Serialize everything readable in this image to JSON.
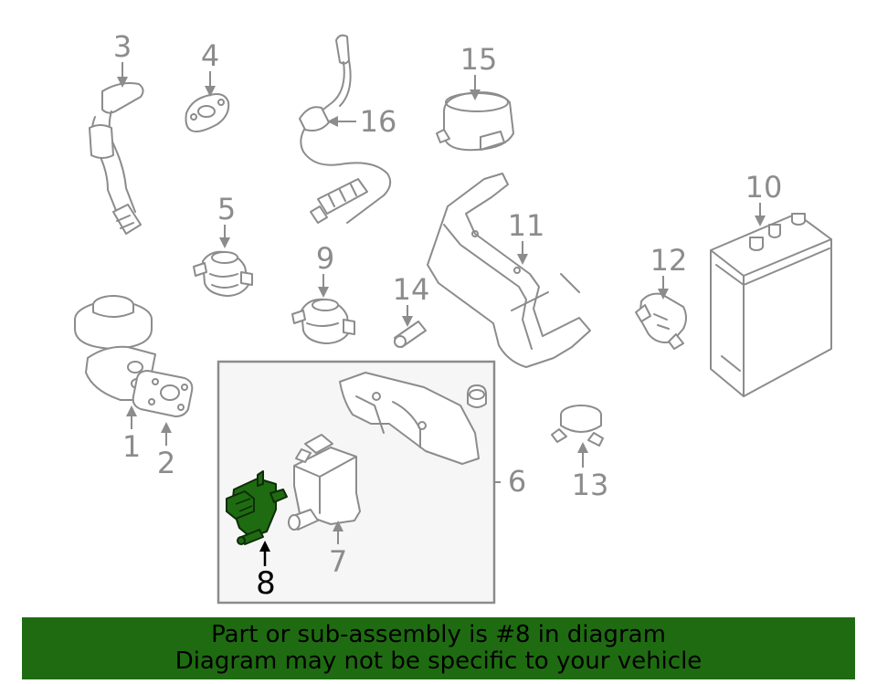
{
  "diagram": {
    "highlight_color": "#1f6b12",
    "line_color": "#8c8c8c",
    "callouts": [
      {
        "id": "1",
        "label": "1"
      },
      {
        "id": "2",
        "label": "2"
      },
      {
        "id": "3",
        "label": "3"
      },
      {
        "id": "4",
        "label": "4"
      },
      {
        "id": "5",
        "label": "5"
      },
      {
        "id": "6",
        "label": "6"
      },
      {
        "id": "7",
        "label": "7"
      },
      {
        "id": "8",
        "label": "8",
        "highlighted": true
      },
      {
        "id": "9",
        "label": "9"
      },
      {
        "id": "10",
        "label": "10"
      },
      {
        "id": "11",
        "label": "11"
      },
      {
        "id": "12",
        "label": "12"
      },
      {
        "id": "13",
        "label": "13"
      },
      {
        "id": "14",
        "label": "14"
      },
      {
        "id": "15",
        "label": "15"
      },
      {
        "id": "16",
        "label": "16"
      }
    ]
  },
  "banner": {
    "line1": "Part or sub-assembly is #8 in diagram",
    "line2": "Diagram may not be specific to your vehicle"
  }
}
